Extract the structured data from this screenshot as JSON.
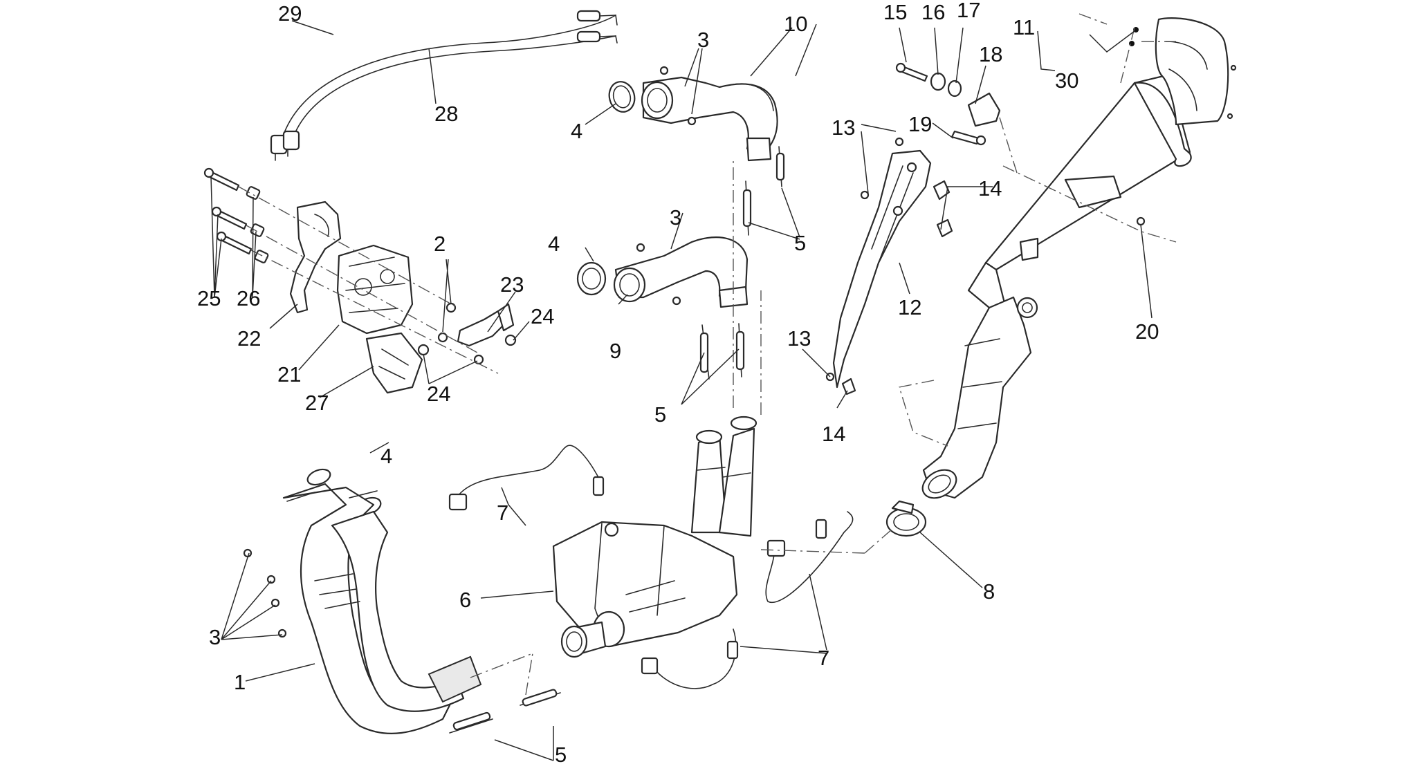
{
  "diagram": {
    "callouts": [
      "29",
      "28",
      "3",
      "10",
      "15",
      "16",
      "17",
      "11",
      "18",
      "30",
      "4",
      "13",
      "19",
      "14",
      "5",
      "3",
      "4",
      "2",
      "23",
      "24",
      "25",
      "26",
      "22",
      "21",
      "27",
      "24",
      "9",
      "12",
      "13",
      "14",
      "20",
      "5",
      "4",
      "7",
      "6",
      "3",
      "1",
      "7",
      "8",
      "5"
    ]
  }
}
